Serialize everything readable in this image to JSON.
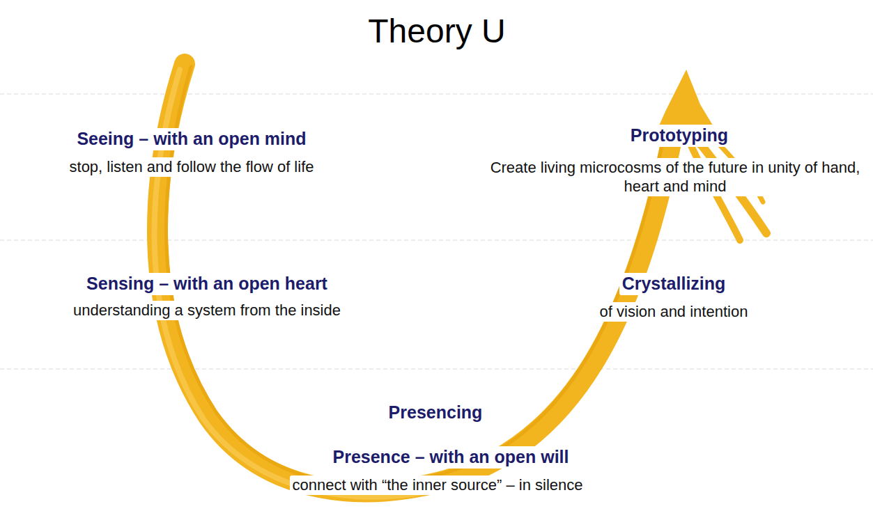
{
  "diagram": {
    "title": "Theory U",
    "labels": [
      "Seeing – with an open mind",
      "stop, listen and follow the flow of life",
      "Prototyping",
      "Create living microcosms of the future in unity of hand, heart and mind",
      "Sensing – with an open heart",
      "understanding a system from the inside",
      "Crystallizing",
      "of vision and intention",
      "Presencing",
      "Presence – with an open will",
      "connect with “the inner source” – in silence"
    ]
  }
}
